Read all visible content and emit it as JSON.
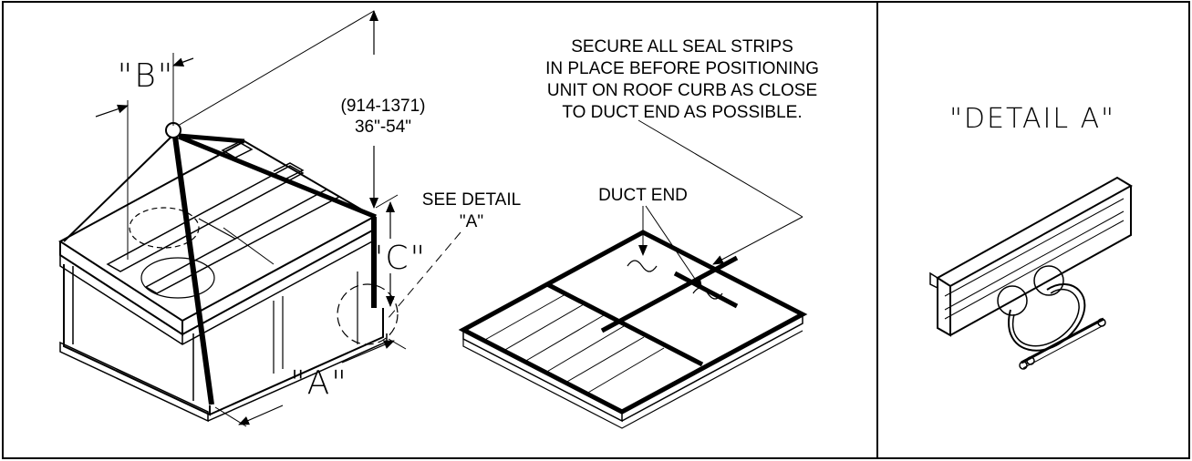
{
  "labels": {
    "dim_b": "\"B\"",
    "dim_a": "\"A\"",
    "dim_c": "\"C\"",
    "height_mm": "(914-1371)",
    "height_in": "36\"-54\"",
    "see_detail_1": "SEE DETAIL",
    "see_detail_2": "\"A\"",
    "duct_end": "DUCT END",
    "note_1": "SECURE ALL SEAL STRIPS",
    "note_2": "IN PLACE BEFORE POSITIONING",
    "note_3": "UNIT ON ROOF CURB AS CLOSE",
    "note_4": "TO DUCT END AS POSSIBLE.",
    "detail_title": "\"DETAIL A\""
  }
}
